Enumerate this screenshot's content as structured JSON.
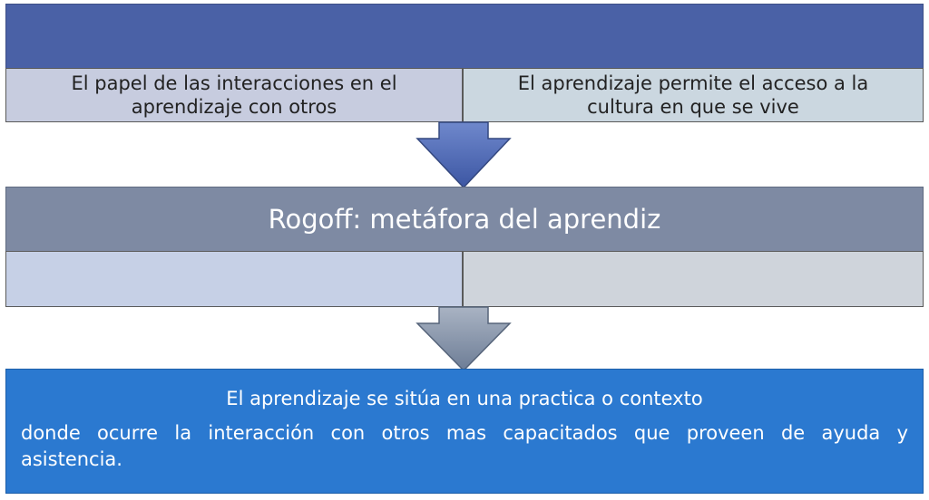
{
  "top": {
    "header_text": "",
    "left_text": "El papel de las interacciones en el aprendizaje con otros",
    "right_text": "El aprendizaje permite el acceso a la cultura en que se vive"
  },
  "middle": {
    "header_text": "Rogoff: metáfora del aprendiz",
    "left_text": "",
    "right_text": ""
  },
  "bottom": {
    "line1": "El aprendizaje se sitúa en una practica o contexto",
    "line2": "donde ocurre la interacción con otros mas capacitados que proveen de ayuda y asistencia."
  },
  "colors": {
    "arrow_top": "#4a66b4",
    "arrow_bottom": "#8391a6"
  }
}
